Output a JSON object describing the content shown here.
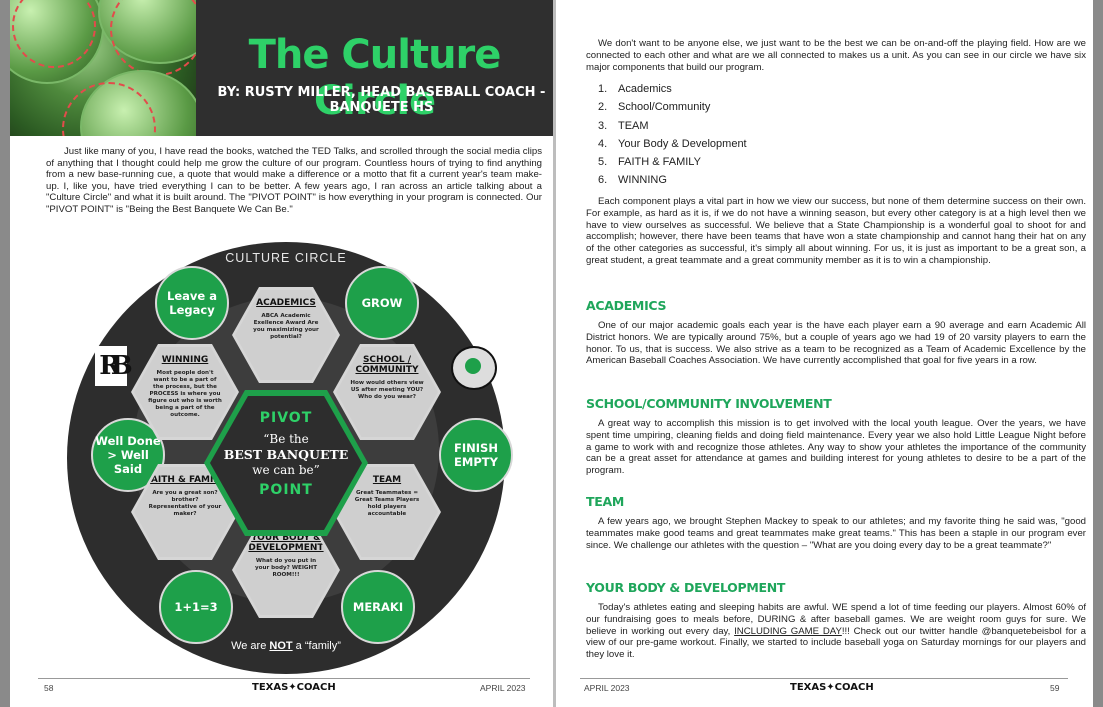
{
  "left_page": {
    "title": "The Culture Circle",
    "byline": "BY: RUSTY MILLER, HEAD BASEBALL COACH - BANQUETE HS",
    "intro": "Just like many of you, I have read the books, watched the TED Talks, and scrolled through the social media clips of anything that I thought could help me grow the culture of our program.  Countless hours of trying to find anything from a new base-running cue, a quote that would make a difference or a motto that fit a current year's team make-up.  I, like you, have tried everything I can to be better.  A few years ago, I ran across an article talking about a \"Culture Circle\" and what it is built around.  The \"PIVOT POINT\" is how everything in your program is connected.  Our \"PIVOT POINT\" is \"Being the Best Banquete We Can Be.\"",
    "diagram": {
      "ring_title": "CULTURE CIRCLE",
      "circles": {
        "legacy": "Leave a Legacy",
        "grow": "GROW",
        "well_done": "Well Done > Well Said",
        "finish": "FINISH EMPTY",
        "one_plus_one": "1+1=3",
        "meraki": "MERAKI"
      },
      "hexes": {
        "academics": {
          "title": "ACADEMICS",
          "body": "ABCA Academic Exellence Award  Are you maximizing your potential?"
        },
        "winning": {
          "title": "WINNING",
          "body": "Most people don't want to be a part of the process, but the PROCESS is where you figure out who is worth being a part of the outcome."
        },
        "school": {
          "title": "SCHOOL / COMMUNITY",
          "body": "How would others view US after meeting YOU?  Who do you wear?"
        },
        "faith": {
          "title": "FAITH & FAMILY",
          "body": "Are you a great son? brother? Representative of your maker?"
        },
        "team": {
          "title": "TEAM",
          "body": "Great Teammates = Great Teams  Players hold players accountable"
        },
        "body": {
          "title": "YOUR BODY & DEVELOPMENT",
          "body": "What do you put in your body?  WEIGHT ROOM!!!"
        }
      },
      "center": {
        "pivot": "PIVOT",
        "quote_1": "“Be the",
        "quote_2": "BEST BANQUETE",
        "quote_3": "we can be”",
        "point": "POINT"
      },
      "bottom_pre": "We are ",
      "bottom_not": "NOT",
      "bottom_post": " a “family”",
      "logo_left": "RB"
    },
    "footer": {
      "page": "58",
      "brand": "TEXAS✦COACH",
      "date": "APRIL 2023"
    }
  },
  "right_page": {
    "para1": "We don't want to be anyone else, we just want to be the best we can be on-and-off the playing field. How are we connected to each other and what are we all connected to makes us a unit.  As you can see in our circle we have six major components that build our program.",
    "list": [
      {
        "n": "1.",
        "text": "Academics"
      },
      {
        "n": "2.",
        "text": "School/Community"
      },
      {
        "n": "3.",
        "text": "TEAM"
      },
      {
        "n": "4.",
        "text": "Your Body & Development"
      },
      {
        "n": "5.",
        "text": "FAITH & FAMILY"
      },
      {
        "n": "6.",
        "text": "WINNING"
      }
    ],
    "para2": "Each component plays a vital part in how we view our success, but none of them determine success on their own.  For example, as hard as it is, if we do not have a winning season, but every other category is at a high level then we have to view ourselves as successful.  We believe that a State Championship is a wonderful goal to shoot for and accomplish; however, there have been teams that have won a state championship and cannot hang their hat on any of the other categories as successful, it's simply all about winning.  For us, it is just as important to be a great son, a great student, a great teammate and a great community member as it is to win a championship.",
    "h_academics": "ACADEMICS",
    "p_academics": "One of our major academic goals each year is the have each player earn a 90 average and earn Academic All District honors.  We are typically around 75%, but a couple of years ago we had 19 of 20 varsity players to earn the honor.  To us, that is success.  We also strive as a team to be recognized as a Team of Academic Excellence by the American Baseball Coaches Association.  We have currently accomplished that goal for five years in a row.",
    "h_school": "SCHOOL/COMMUNITY INVOLVEMENT",
    "p_school": "A great way to accomplish this mission is to get involved with the local youth league.  Over the years, we have spent time umpiring, cleaning fields and doing field maintenance.  Every year we also hold Little League Night before a game to work with and recognize those athletes.  Any way to show your athletes the importance of the community can be a great asset for attendance at games and building interest for young athletes to desire to be a part of the program.",
    "h_team": "TEAM",
    "p_team": "A few years ago, we brought Stephen Mackey to speak to our athletes; and my favorite thing he said was, \"good teammates make good teams and great teammates make great teams.\"  This has been a staple in our program ever since.  We challenge our athletes with the question – \"What are you doing every day to be a great teammate?\"",
    "h_body": "YOUR BODY & DEVELOPMENT",
    "p_body_1": "Today's athletes eating and sleeping habits are awful.  WE spend a lot of time feeding our players. Almost 60% of our fundraising goes to meals before, DURING & after baseball games.  We are weight room guys for sure. We believe in working out every day, ",
    "p_body_u": "INCLUDING GAME DAY",
    "p_body_2": "!!!  Check out our twitter handle @banquetebeisbol for a view of our pre-game workout.  Finally, we started to include baseball yoga on Saturday mornings for our players and they love it.",
    "footer": {
      "date": "APRIL 2023",
      "brand": "TEXAS✦COACH",
      "page": "59"
    }
  },
  "colors": {
    "green": "#1fa65b",
    "dark": "#2d2d2d"
  }
}
